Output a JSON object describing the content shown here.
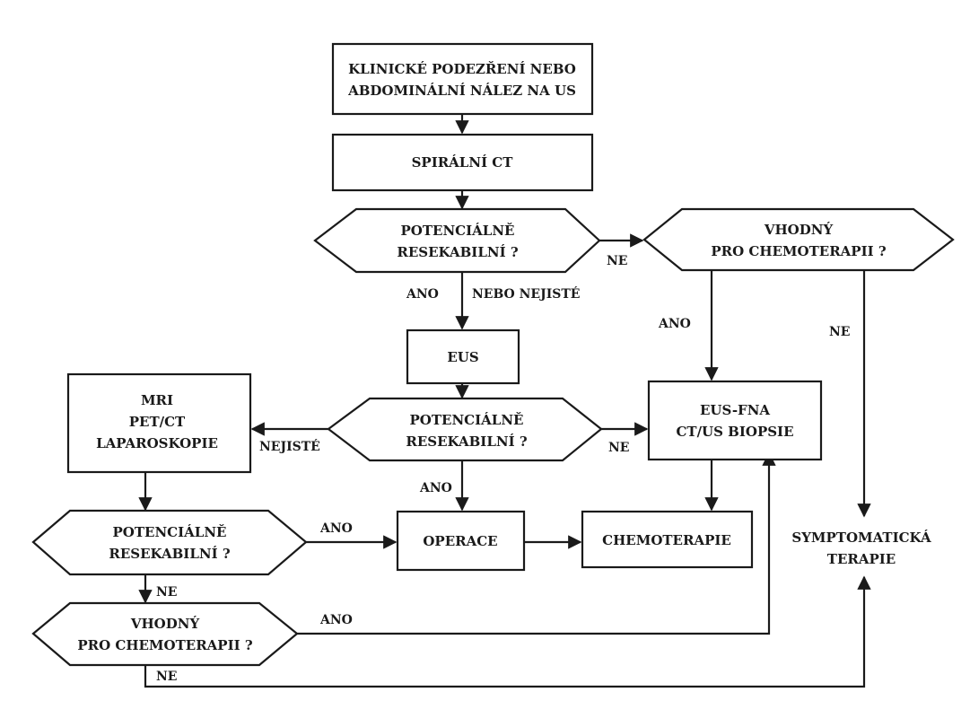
{
  "nodes": {
    "klinicke": {
      "lines": [
        "KLINICKÉ PODEZŘENÍ NEBO",
        "ABDOMINÁLNÍ NÁLEZ NA US"
      ]
    },
    "spiralni_ct": {
      "lines": [
        "SPIRÁLNÍ CT"
      ]
    },
    "potencialne_1": {
      "lines": [
        "POTENCIÁLNĚ",
        "RESEKABILNÍ ?"
      ]
    },
    "vhodny_1": {
      "lines": [
        "VHODNÝ",
        "PRO CHEMOTERAPII ?"
      ]
    },
    "eus": {
      "lines": [
        "EUS"
      ]
    },
    "mri": {
      "lines": [
        "MRI",
        "PET/CT",
        "LAPAROSKOPIE"
      ]
    },
    "potencialne_2": {
      "lines": [
        "POTENCIÁLNĚ",
        "RESEKABILNÍ ?"
      ]
    },
    "eus_fna": {
      "lines": [
        "EUS-FNA",
        "CT/US BIOPSIE"
      ]
    },
    "potencialne_3": {
      "lines": [
        "POTENCIÁLNĚ",
        "RESEKABILNÍ ?"
      ]
    },
    "operace": {
      "lines": [
        "OPERACE"
      ]
    },
    "chemoterapie": {
      "lines": [
        "CHEMOTERAPIE"
      ]
    },
    "symptomaticka": {
      "lines": [
        "SYMPTOMATICKÁ",
        "TERAPIE"
      ]
    },
    "vhodny_2": {
      "lines": [
        "VHODNÝ",
        "PRO CHEMOTERAPII ?"
      ]
    }
  },
  "edge_labels": {
    "p1_no": "NE",
    "p1_yes": "ANO",
    "p1_unsure": "NEBO NEJISTÉ",
    "v1_yes": "ANO",
    "v1_no": "NE",
    "p2_unsure": "NEJISTÉ",
    "p2_no": "NE",
    "p2_yes": "ANO",
    "p3_yes": "ANO",
    "p3_no": "NE",
    "v2_yes": "ANO",
    "v2_no": "NE"
  }
}
